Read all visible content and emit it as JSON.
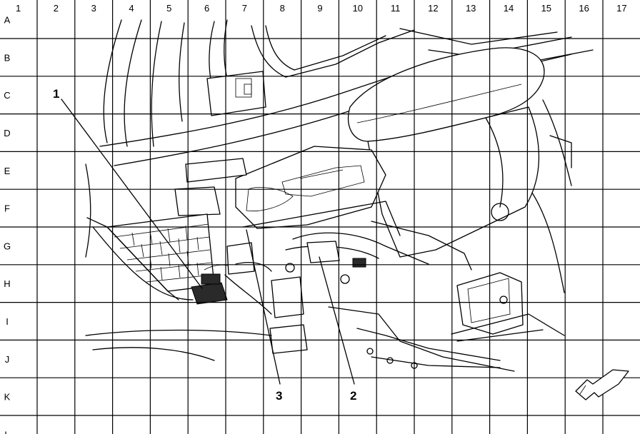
{
  "grid": {
    "columns": [
      "1",
      "2",
      "3",
      "4",
      "5",
      "6",
      "7",
      "8",
      "9",
      "10",
      "11",
      "12",
      "13",
      "14",
      "15",
      "16",
      "17"
    ],
    "rows": [
      "A",
      "B",
      "C",
      "D",
      "E",
      "F",
      "G",
      "H",
      "I",
      "J",
      "K",
      "L"
    ]
  },
  "callouts": [
    {
      "id": "1",
      "label": "1"
    },
    {
      "id": "2",
      "label": "2"
    },
    {
      "id": "3",
      "label": "3"
    }
  ],
  "icons": {
    "direction_arrow": "front-direction-arrow-icon"
  }
}
